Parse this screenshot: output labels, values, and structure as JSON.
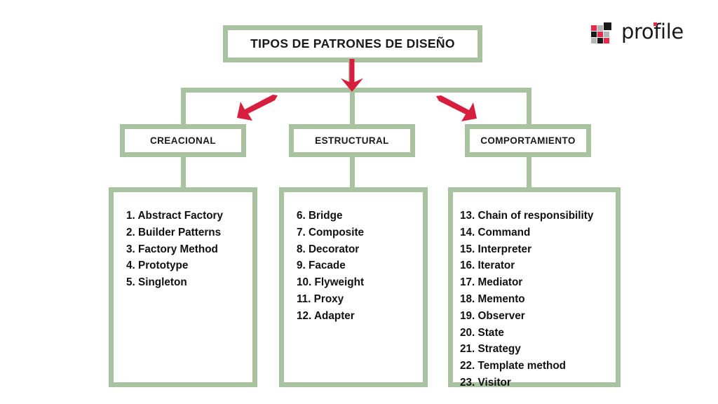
{
  "logo": {
    "name": "profile",
    "wordmark": "profile",
    "mark_icon": "pixel-grid-icon",
    "colors": {
      "red": "#e8294a",
      "black": "#1a1a1a",
      "gray": "#b5b5b5"
    }
  },
  "theme": {
    "background": "#ffffff",
    "frame_green": "#a9c3a0",
    "arrow_red": "#d81e3f",
    "text_dark": "#111111"
  },
  "diagram": {
    "type": "tree",
    "title": "TIPOS DE PATRONES DE DISEÑO",
    "categories": [
      {
        "id": "creacional",
        "label": "CREACIONAL",
        "items": [
          "1. Abstract Factory",
          "2. Builder Patterns",
          "3. Factory Method",
          "4. Prototype",
          "5. Singleton"
        ]
      },
      {
        "id": "estructural",
        "label": "ESTRUCTURAL",
        "items": [
          "6. Bridge",
          "7. Composite",
          "8. Decorator",
          "9. Facade",
          "10. Flyweight",
          "11. Proxy",
          "12. Adapter"
        ]
      },
      {
        "id": "comportamiento",
        "label": "COMPORTAMIENTO",
        "items": [
          "13. Chain of responsibility",
          "14. Command",
          "15. Interpreter",
          "16. Iterator",
          "17. Mediator",
          "18. Memento",
          "19. Observer",
          "20. State",
          "21. Strategy",
          "22. Template method",
          "23. Visitor"
        ]
      }
    ],
    "annotations": [
      {
        "id": "arrow-down-center",
        "icon": "arrow-down-icon",
        "direction": "down"
      },
      {
        "id": "arrow-down-left",
        "icon": "arrow-down-left-icon",
        "direction": "down-left"
      },
      {
        "id": "arrow-down-right",
        "icon": "arrow-down-right-icon",
        "direction": "down-right"
      }
    ]
  }
}
